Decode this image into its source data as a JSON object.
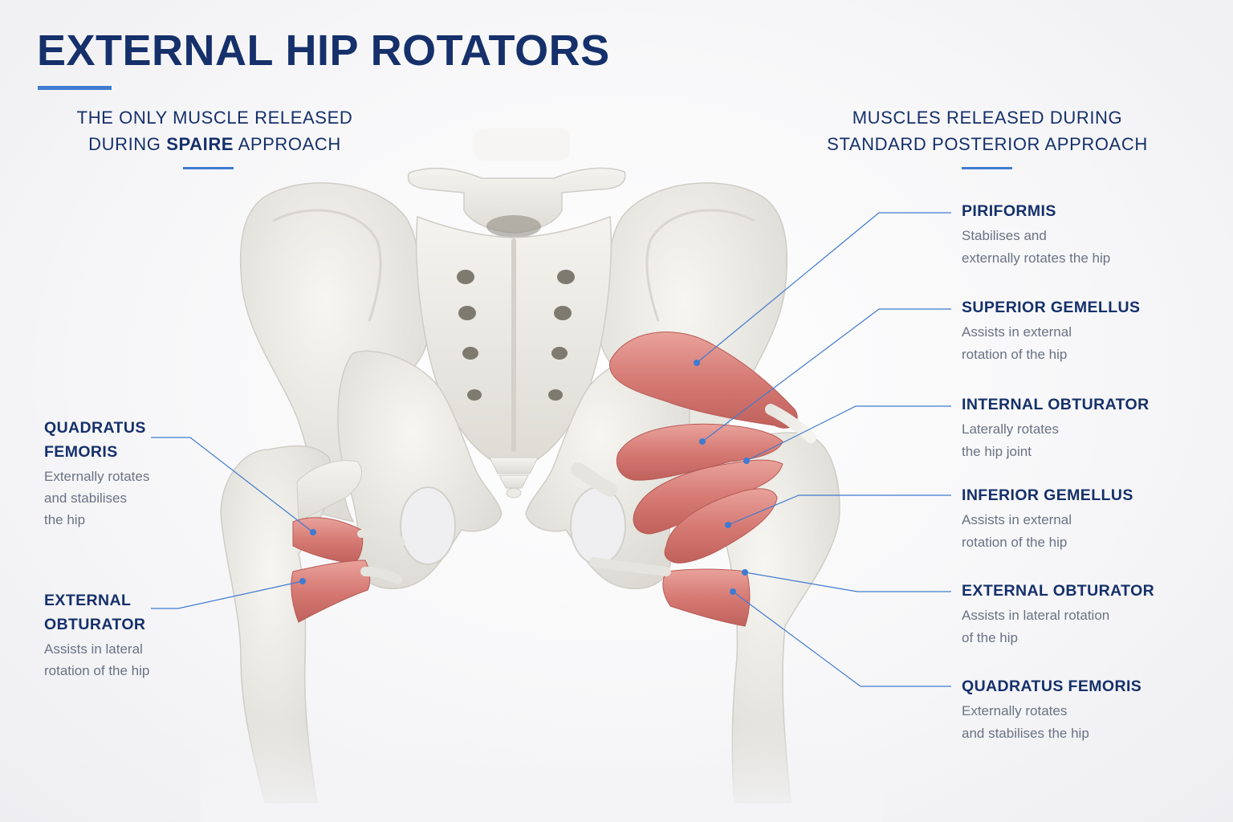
{
  "title": "EXTERNAL HIP ROTATORS",
  "left_heading": {
    "line1": "THE ONLY MUSCLE RELEASED",
    "line2_pre": "DURING ",
    "line2_bold": "SPAIRE",
    "line2_post": " APPROACH"
  },
  "right_heading": {
    "line1": "MUSCLES RELEASED DURING",
    "line2": "STANDARD POSTERIOR APPROACH"
  },
  "left_labels": [
    {
      "name_lines": [
        "QUADRATUS",
        "FEMORIS"
      ],
      "desc_lines": [
        "Externally rotates",
        "and stabilises",
        "the hip"
      ]
    },
    {
      "name_lines": [
        "EXTERNAL",
        "OBTURATOR"
      ],
      "desc_lines": [
        "Assists in lateral",
        "rotation of the hip"
      ]
    }
  ],
  "right_labels": [
    {
      "name": "PIRIFORMIS",
      "desc_lines": [
        "Stabilises and",
        "externally rotates the hip"
      ]
    },
    {
      "name": "SUPERIOR GEMELLUS",
      "desc_lines": [
        "Assists in external",
        "rotation of the hip"
      ]
    },
    {
      "name": "INTERNAL OBTURATOR",
      "desc_lines": [
        "Laterally rotates",
        "the hip joint"
      ]
    },
    {
      "name": "INFERIOR GEMELLUS",
      "desc_lines": [
        "Assists in external",
        "rotation of the hip"
      ]
    },
    {
      "name": "EXTERNAL OBTURATOR",
      "desc_lines": [
        "Assists in lateral rotation",
        "of the hip"
      ]
    },
    {
      "name": "QUADRATUS FEMORIS",
      "desc_lines": [
        "Externally rotates",
        "and stabilises the hip"
      ]
    }
  ],
  "colors": {
    "accent": "#3f7bd0",
    "title": "#15306a",
    "bone": "#ecebe6",
    "muscle": "#d9837f",
    "leader": "#3f7bd0",
    "desc": "#6a7284"
  }
}
